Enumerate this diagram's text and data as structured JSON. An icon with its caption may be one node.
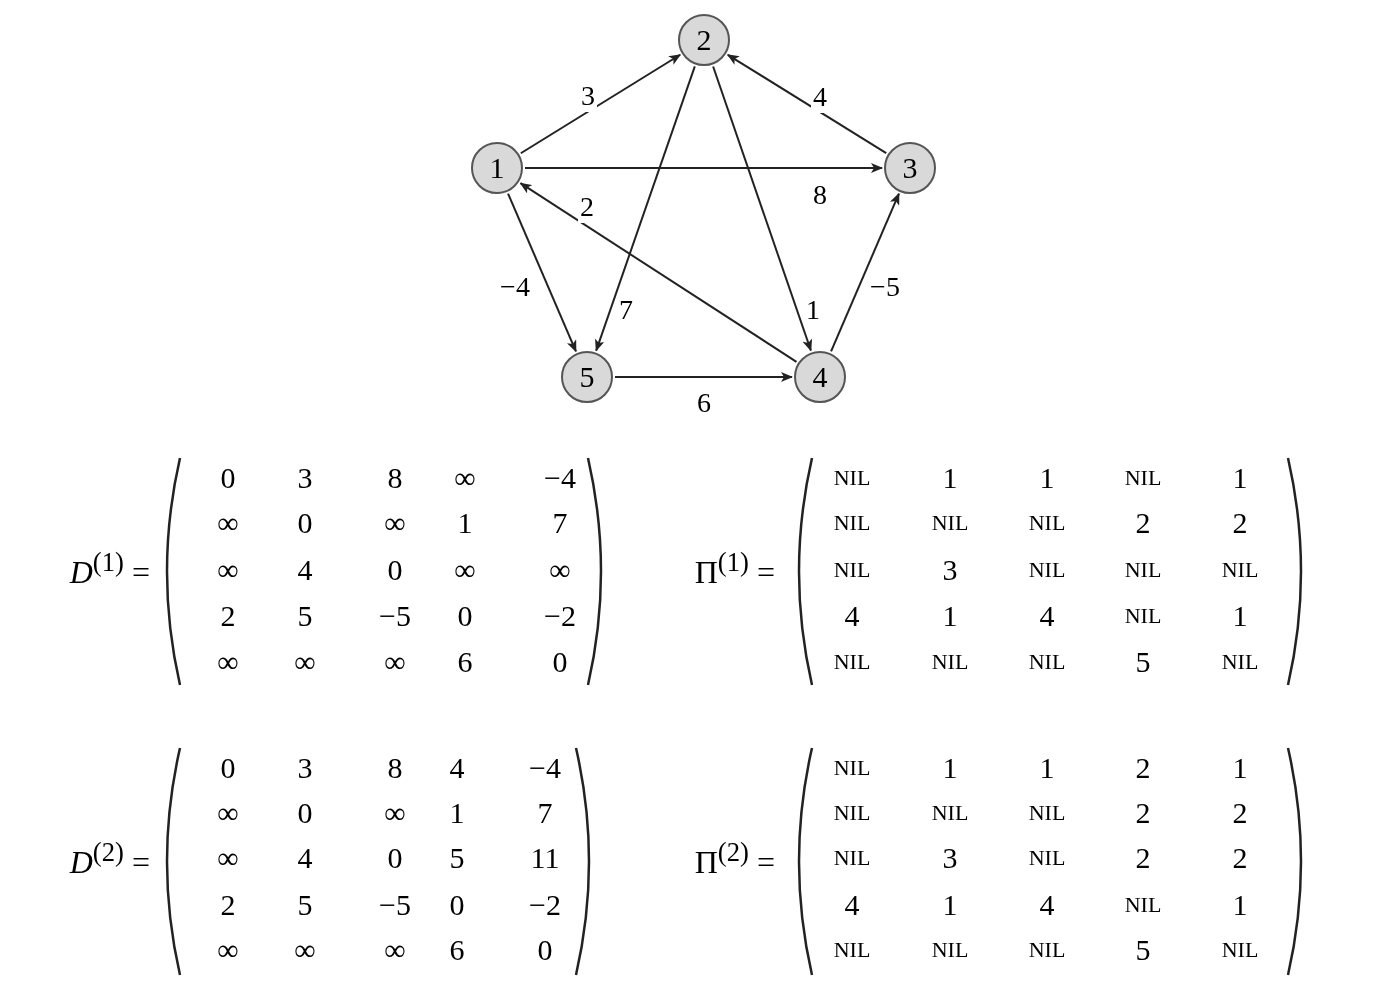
{
  "diagram": {
    "nodes": [
      {
        "text": [
          "1"
        ]
      },
      {
        "text": [
          "2"
        ]
      },
      {
        "text": [
          "3"
        ]
      },
      {
        "text": [
          "4"
        ]
      },
      {
        "text": [
          "5"
        ]
      }
    ],
    "edges": [
      {
        "from": 0,
        "to": 1,
        "arrow": "to",
        "label": "3"
      },
      {
        "from": 0,
        "to": 2,
        "arrow": "to",
        "label": "8"
      },
      {
        "from": 0,
        "to": 4,
        "arrow": "to",
        "label": "−4"
      },
      {
        "from": 1,
        "to": 4,
        "arrow": "to",
        "label": "7"
      },
      {
        "from": 1,
        "to": 3,
        "arrow": "to",
        "label": "1"
      },
      {
        "from": 2,
        "to": 1,
        "arrow": "to",
        "label": "4"
      },
      {
        "from": 3,
        "to": 0,
        "arrow": "to",
        "label": "2"
      },
      {
        "from": 3,
        "to": 2,
        "arrow": "to",
        "label": "−5"
      },
      {
        "from": 4,
        "to": 3,
        "arrow": "to",
        "label": "6"
      }
    ],
    "labels": [
      "*D*$^{(1)}$ =",
      "0",
      "3",
      "8",
      "∞",
      "−4",
      "∞",
      "0",
      "∞",
      "1",
      "7",
      "∞",
      "4",
      "0",
      "∞",
      "∞",
      "2",
      "5",
      "−5",
      "0",
      "−2",
      "∞",
      "∞",
      "∞",
      "6",
      "0",
      "Π$^{(1)}$ =",
      "NIL",
      "1",
      "1",
      "NIL",
      "1",
      "NIL",
      "NIL",
      "NIL",
      "2",
      "2",
      "NIL",
      "3",
      "NIL",
      "NIL",
      "NIL",
      "4",
      "1",
      "4",
      "NIL",
      "1",
      "NIL",
      "NIL",
      "NIL",
      "5",
      "NIL",
      "*D*$^{(2)}$ =",
      "0",
      "3",
      "8",
      "4",
      "−4",
      "∞",
      "0",
      "∞",
      "1",
      "7",
      "∞",
      "4",
      "0",
      "5",
      "11",
      "2",
      "5",
      "−5",
      "0",
      "−2",
      "∞",
      "∞",
      "∞",
      "6",
      "0",
      "Π$^{(2)}$ =",
      "NIL",
      "1",
      "1",
      "2",
      "1",
      "NIL",
      "NIL",
      "NIL",
      "2",
      "2",
      "NIL",
      "3",
      "NIL",
      "2",
      "2",
      "4",
      "1",
      "4",
      "NIL",
      "1",
      "NIL",
      "NIL",
      "NIL",
      "5",
      "NIL"
    ]
  }
}
